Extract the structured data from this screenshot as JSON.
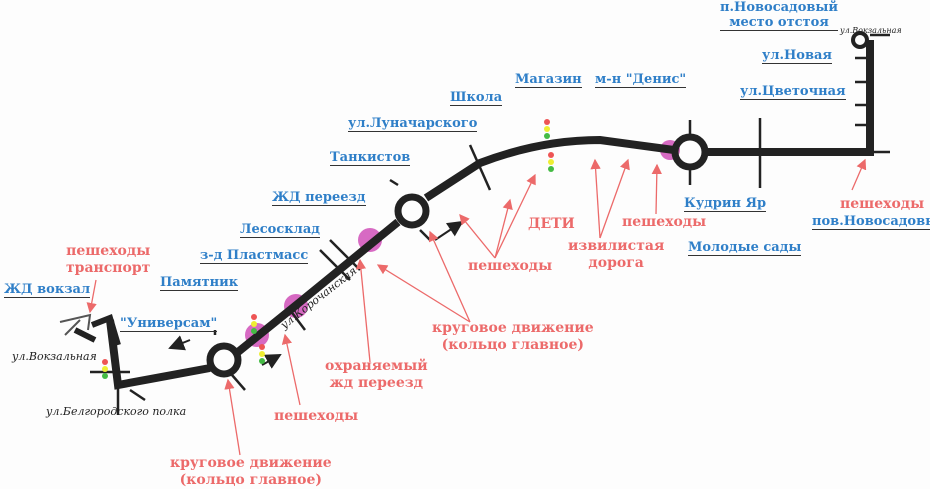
{
  "stops": [
    "ЖД вокзал",
    "\"Универсам\"",
    "Памятник",
    "з-д Пластмасс",
    "Лесосклад",
    "ЖД переезд",
    "Танкистов",
    "ул.Луначарского",
    "Школа",
    "Магазин",
    "м-н \"Денис\"",
    "Кудрин Яр",
    "Молодые сады",
    "ул.Цветочная",
    "ул.Новая",
    "п.Новосадовый",
    "место отстоя"
  ],
  "warnings": {
    "pt1": "пешеходы",
    "pt2": "транспорт",
    "ring1a": "круговое движение",
    "ring1b": "(кольцо главное)",
    "ped1": "пешеходы",
    "rail1": "охраняемый",
    "rail2": "жд переезд",
    "ring2a": "круговое движение",
    "ring2b": "(кольцо главное)",
    "ped2": "пешеходы",
    "kids": "ДЕТИ",
    "curvy1": "извилистая",
    "curvy2": "дорога",
    "ped3": "пешеходы",
    "ped4a": "пешеходы",
    "ped4b": "пов.Новосадовый"
  },
  "streets": {
    "vokz": "ул.Вокзальная",
    "belg": "ул.Белгородского полка",
    "koroch": "ул.Корочанская",
    "vokz2": "ул.Вокзальная"
  },
  "colors": {
    "stop": "#2f7fc8",
    "warning": "#ec6a6a",
    "road": "#222222",
    "ped_zone": "#d040b0"
  }
}
